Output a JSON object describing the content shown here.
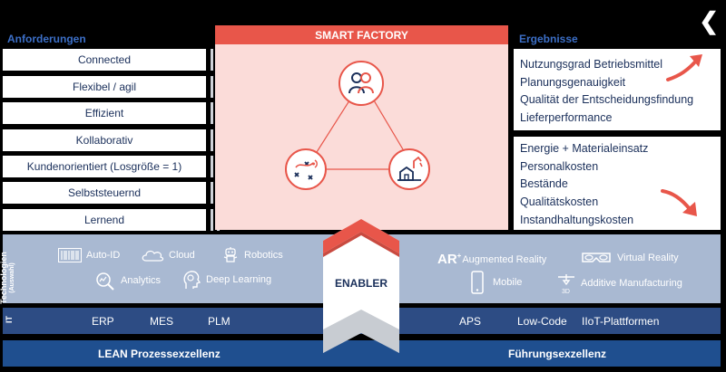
{
  "back_label": "❮",
  "requirements": {
    "title": "Anforderungen",
    "items": [
      "Connected",
      "Flexibel / agil",
      "Effizient",
      "Kollaborativ",
      "Kundenorientiert (Losgröße = 1)",
      "Selbststeuernd",
      "Lernend"
    ]
  },
  "smart_factory": {
    "title": "SMART FACTORY"
  },
  "results": {
    "title": "Ergebnisse",
    "up_items": [
      "Nutzungsgrad Betriebsmittel",
      "Planungsgenauigkeit",
      "Qualität der Entscheidungsfindung",
      "Lieferperformance"
    ],
    "down_items": [
      "Energie + Materialeinsatz",
      "Personalkosten",
      "Bestände",
      "Qualitätskosten",
      "Instandhaltungskosten"
    ]
  },
  "technologies": {
    "label": "Technologien",
    "sublabel": "(Auswahl)",
    "left": [
      "Auto-ID",
      "Cloud",
      "Robotics",
      "Analytics",
      "Deep Learning"
    ],
    "ar_abbrev": "AR",
    "right": [
      "Augmented Reality",
      "Virtual Reality",
      "Mobile",
      "Additive Manufacturing"
    ],
    "printer_caption": "3D"
  },
  "enabler": {
    "label": "ENABLER"
  },
  "it": {
    "label": "IT",
    "left": [
      "ERP",
      "MES",
      "PLM"
    ],
    "right": [
      "APS",
      "Low-Code",
      "IIoT-Plattformen"
    ]
  },
  "bottom": {
    "left": "LEAN Prozessexzellenz",
    "right": "Führungsexzellenz"
  },
  "colors": {
    "accent_red": "#e8564a",
    "navy": "#1a2f5a",
    "heading_blue": "#3c6fc7",
    "panel_pink": "#fbdcd9",
    "tech_band": "#a9b9d2",
    "bottom_bar": "#1f4f8f"
  }
}
